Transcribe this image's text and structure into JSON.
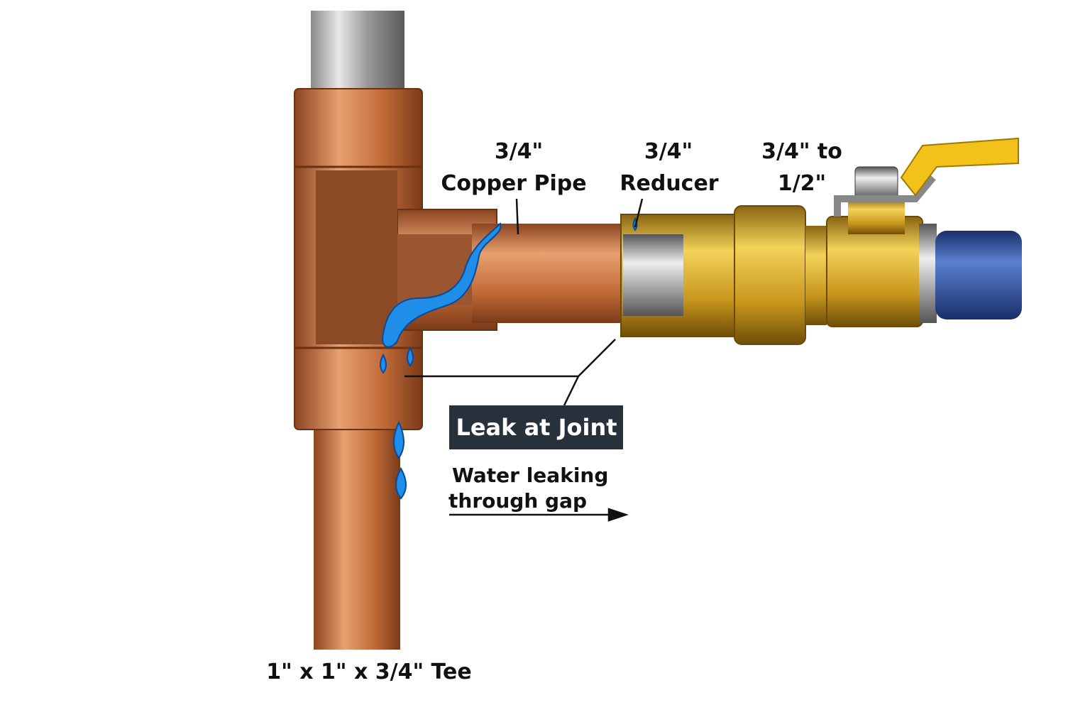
{
  "labels": {
    "copper_pipe_size": "3/4\"",
    "copper_pipe_name": "Copper Pipe",
    "reducer_size": "3/4\"",
    "reducer_name": "Reducer",
    "valve_size_line1": "3/4\" to",
    "valve_size_line2": "1/2\"",
    "leak_title": "Leak at Joint",
    "leak_desc_line1": "Water leaking",
    "leak_desc_line2": "through gap",
    "tee_name": "1\" x 1\" x 3/4\" Tee"
  },
  "colors": {
    "copper": "#c4703a",
    "brass": "#d4a520",
    "water": "#1e8ee8",
    "pex": "#2f55a8",
    "handle": "#f2c21a",
    "label_box": "#26313b"
  }
}
